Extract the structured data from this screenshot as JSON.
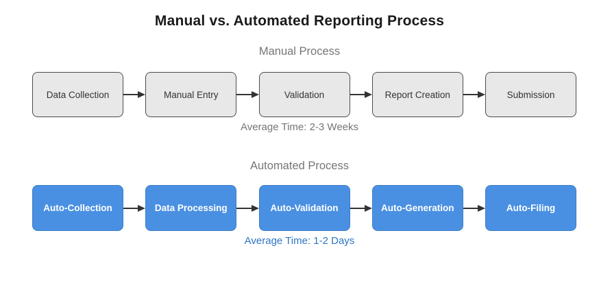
{
  "title": "Manual vs. Automated Reporting Process",
  "sections": [
    {
      "id": "manual",
      "subtitle": "Manual Process",
      "steps": [
        "Data Collection",
        "Manual Entry",
        "Validation",
        "Report Creation",
        "Submission"
      ],
      "caption": "Average Time: 2-3 Weeks"
    },
    {
      "id": "automated",
      "subtitle": "Automated Process",
      "steps": [
        "Auto-Collection",
        "Data Processing",
        "Auto-Validation",
        "Auto-Generation",
        "Auto-Filing"
      ],
      "caption": "Average Time: 1-2 Days"
    }
  ],
  "colors": {
    "title_text": "#1a1a1a",
    "subtitle_text": "#757575",
    "manual_box_fill": "#e8e8e8",
    "manual_box_border": "#4a4a4a",
    "manual_box_text": "#333333",
    "automated_box_fill": "#4a90e2",
    "automated_box_border": "#3b7ec9",
    "automated_box_text": "#ffffff",
    "arrow": "#333333",
    "manual_caption_text": "#757575",
    "automated_caption_text": "#2e75c3",
    "background": "#ffffff"
  }
}
